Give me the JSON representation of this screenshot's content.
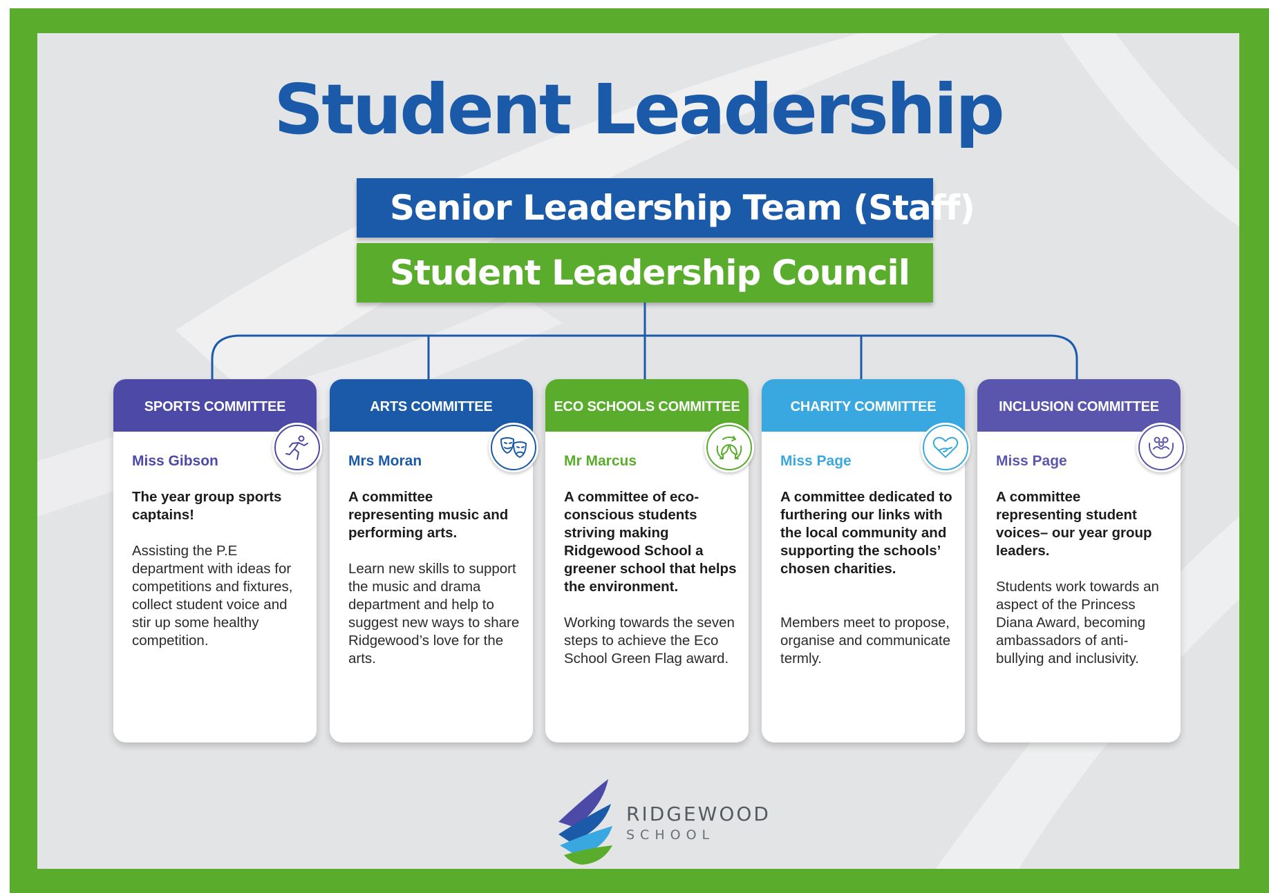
{
  "title": "Student Leadership",
  "banners": {
    "senior": "Senior Leadership Team (Staff)",
    "council": "Student Leadership Council"
  },
  "colors": {
    "frame": "#5aad2c",
    "title": "#1a5aa8",
    "connector": "#1b5aa8"
  },
  "committees": [
    {
      "name": "SPORTS COMMITTEE",
      "leader": "Miss Gibson",
      "lead": "The year group sports captains!",
      "description": "Assisting the P.E department with ideas for competitions and fixtures, collect student voice and stir up some healthy competition.",
      "color": "#4c4aa6",
      "icon": "running-person-icon"
    },
    {
      "name": "ARTS COMMITTEE",
      "leader": "Mrs Moran",
      "lead": "A committee representing music and performing arts.",
      "description": "Learn new skills to support the music and drama department and help to suggest new ways to share Ridgewood’s love for the arts.",
      "color": "#1b5aa8",
      "icon": "theatre-masks-icon"
    },
    {
      "name": "ECO SCHOOLS COMMITTEE",
      "leader": "Mr Marcus",
      "lead": "A committee of eco-conscious students striving making Ridgewood School a greener school that helps the environment.",
      "description": "Working towards the seven steps to achieve the Eco School Green Flag award.",
      "color": "#5aad2c",
      "icon": "recycle-leaves-icon"
    },
    {
      "name": "CHARITY COMMITTEE",
      "leader": "Miss Page",
      "lead": "A committee dedicated to furthering our links with the local community and supporting the schools’ chosen charities.",
      "description": "Members meet to propose, organise and communicate termly.",
      "color": "#3aa8e0",
      "icon": "heart-hand-icon"
    },
    {
      "name": "INCLUSION COMMITTEE",
      "leader": "Miss Page",
      "lead": "A committee representing student voices– our year group leaders.",
      "description": "Students work towards an aspect of the Princess Diana Award, becoming ambassadors of anti-bullying and inclusivity.",
      "color": "#5a56ad",
      "icon": "people-in-hands-icon"
    }
  ],
  "logo": {
    "name": "RIDGEWOOD",
    "sub": "SCHOOL"
  }
}
